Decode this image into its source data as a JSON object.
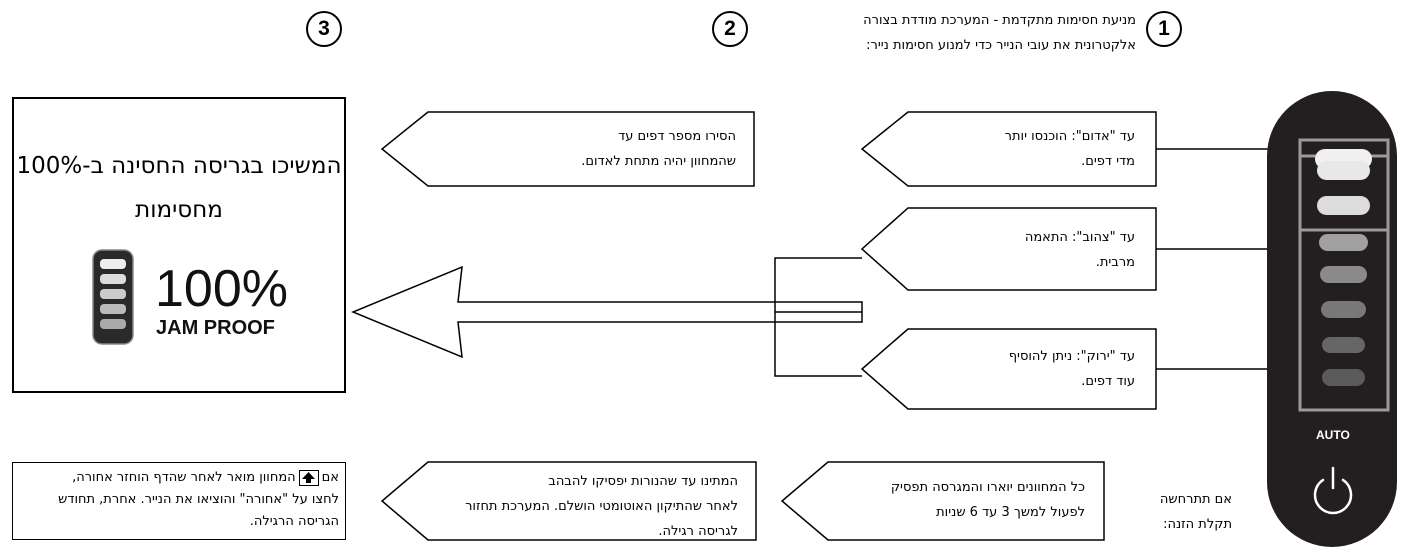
{
  "steps": {
    "step1": "1",
    "step2": "2",
    "step3": "3"
  },
  "intro_text": "מניעת חסימות מתקדמת - המערכת מודדת בצורה\nאלקטרונית את עובי הנייר כדי למנוע חסימות נייר:",
  "callouts": {
    "red": "עד \"אדום\": הוכנסו יותר\nמדי דפים.",
    "yellow": "עד \"צהוב\": התאמה\nמרבית.",
    "green": "עד \"ירוק\": ניתן להוסיף\nעוד דפים.",
    "remove_sheets": "הסירו מספר דפים עד\nשהמחוון יהיה מתחת לאדום."
  },
  "result_box": {
    "title": "המשיכו בגריסה החסינה ב-100%\nמחסימות",
    "percent": "100%",
    "label": "JAM PROOF"
  },
  "bottom_row": {
    "jam_text": "אם תתרחשה\nתקלת הזנה:",
    "lights_stop": "כל המחוונים יוארו והמגרסה תפסיק\nלפעול למשך 3 עד 6 שניות",
    "wait_text": "המתינו עד שהנורות יפסיקו להבהב\nלאחר שהתיקון האוטומטי הושלם. המערכת תחזור\nלגריסה רגילה.",
    "reverse_text_part1": "אם",
    "reverse_text_part2": "המחוון מואר לאחר שהדף הוחזר אחורה,",
    "reverse_text_rest": "לחצו על \"אחורה\" והוציאו את הנייר. אחרת, תחודש\nהגריסה הרגילה."
  },
  "panel": {
    "auto_label": "AUTO",
    "power_icon": "power-icon",
    "reverse_icon": "reverse-arrow-icon",
    "colors": {
      "panel": "#231f20",
      "led_light": "#e8e8e8",
      "led_dark": "#5a5a5a"
    }
  }
}
